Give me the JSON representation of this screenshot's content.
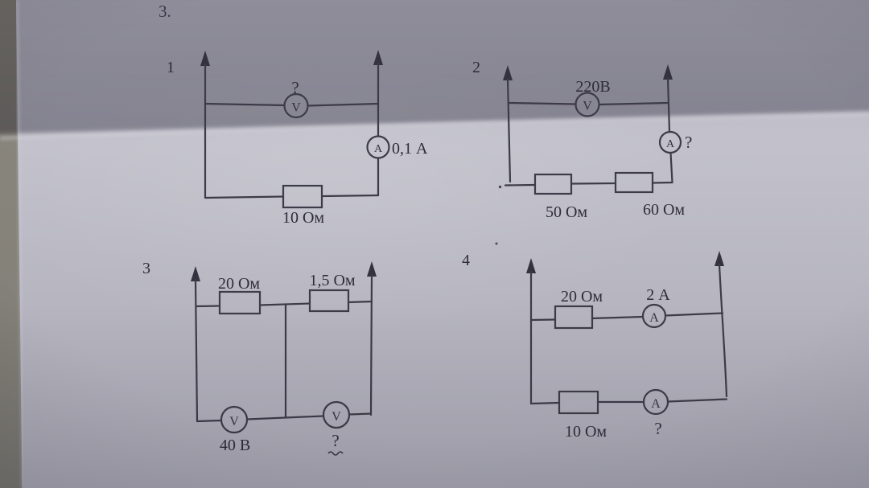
{
  "page": {
    "corner_label": "3."
  },
  "colors": {
    "paper_light": "#c2c1cb",
    "paper_shadow": "#97969f",
    "table_edge": "#85827a",
    "ink": "#34323e"
  },
  "circuits": {
    "c1": {
      "number": "1",
      "voltmeter": {
        "letter": "V",
        "reading": "?"
      },
      "ammeter": {
        "letter": "A",
        "reading": "0,1 А"
      },
      "resistor": {
        "value": "10 Ом"
      }
    },
    "c2": {
      "number": "2",
      "voltmeter": {
        "letter": "V",
        "reading": "220В"
      },
      "ammeter": {
        "letter": "A",
        "reading": "?"
      },
      "resistor1": {
        "value": "50 Ом"
      },
      "resistor2": {
        "value": "60 Ом"
      }
    },
    "c3": {
      "number": "3",
      "resistor1": {
        "value": "20 Ом"
      },
      "resistor2": {
        "value": "1,5 Ом"
      },
      "voltmeter1": {
        "letter": "V",
        "reading": "40 В"
      },
      "voltmeter2": {
        "letter": "V",
        "reading": "?"
      }
    },
    "c4": {
      "number": "4",
      "resistor1": {
        "value": "20 Ом"
      },
      "ammeter1": {
        "letter": "A",
        "reading": "2 А"
      },
      "resistor2": {
        "value": "10 Ом"
      },
      "ammeter2": {
        "letter": "A",
        "reading": "?"
      }
    }
  }
}
